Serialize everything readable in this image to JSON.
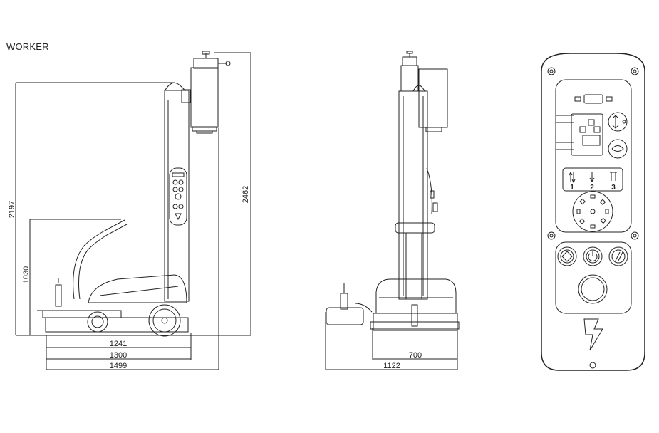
{
  "title": "WORKER",
  "dimensions": {
    "height_total": "2462",
    "height_upright": "2197",
    "height_handle": "1030",
    "length_1": "1241",
    "length_2": "1300",
    "length_3": "1499",
    "width_1": "700",
    "width_2": "1122"
  },
  "keypad": {
    "mode_1": "1",
    "mode_2": "2",
    "mode_3": "3"
  }
}
